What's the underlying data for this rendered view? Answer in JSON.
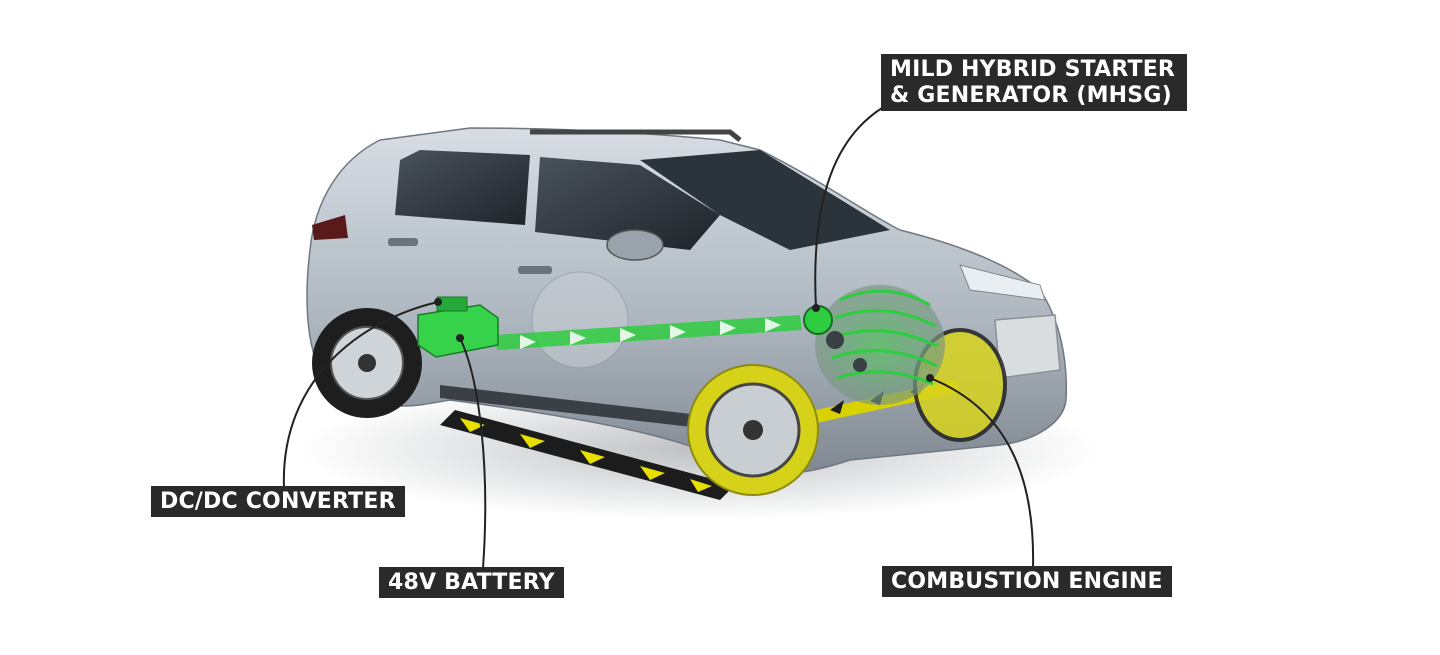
{
  "diagram": {
    "labels": {
      "mhsg_line1": "MILD HYBRID STARTER",
      "mhsg_line2": "& GENERATOR (MHSG)",
      "dcdc": "DC/DC CONVERTER",
      "battery": "48V BATTERY",
      "engine": "COMBUSTION ENGINE"
    },
    "colors": {
      "label_background": "#2a2a2a",
      "label_text": "#ffffff",
      "electric_flow": "#2ecc40",
      "mechanical_flow": "#e8e000",
      "car_body": "#b8c0c8",
      "leader_line": "#222222"
    },
    "icons": [
      "car-illustration",
      "battery-block",
      "mhsg-unit",
      "engine-block",
      "wheel"
    ]
  }
}
